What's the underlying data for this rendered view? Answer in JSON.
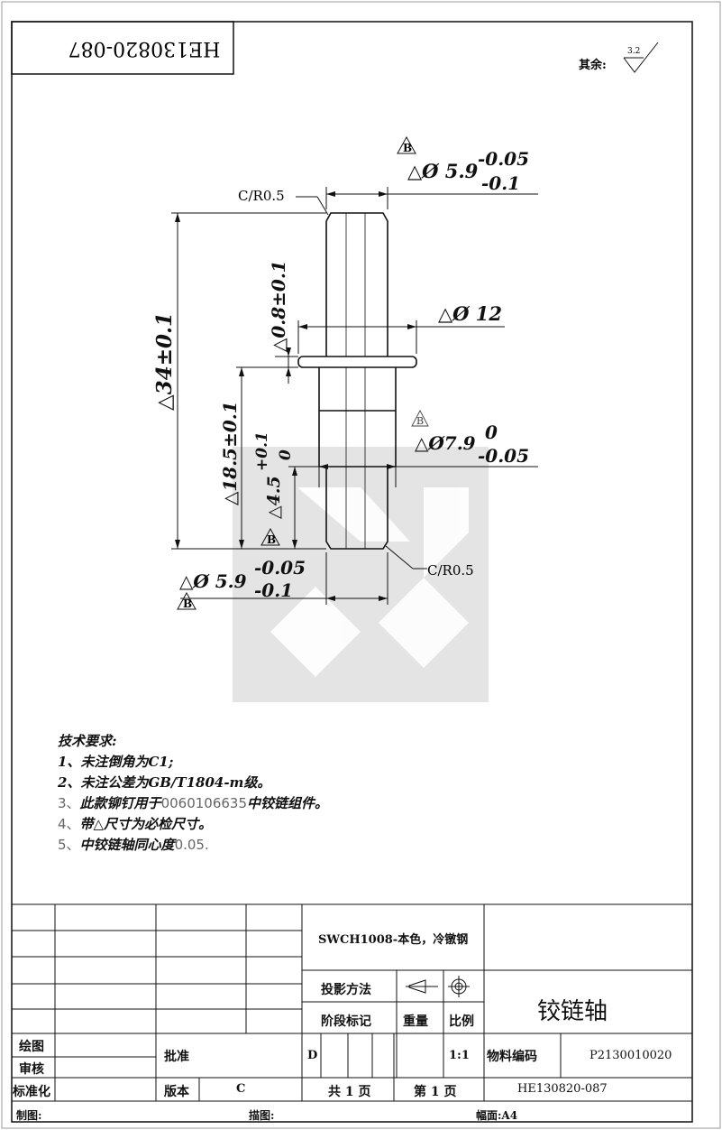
{
  "drawing_number_rotated": "HE130820-087",
  "surface_finish": {
    "label": "其余:",
    "roughness": "3.2"
  },
  "dimensions": {
    "top_dia_datum": "B",
    "top_dia": "△Ø 5.9",
    "top_dia_upper": "-0.05",
    "top_dia_lower": "-0.1",
    "chamfer_top": "C/R0.5",
    "flange_thickness": "△0.8±0.1",
    "flange_dia": "△Ø 12",
    "overall_length": "△34±0.1",
    "mid_dia_datum": "B",
    "mid_dia": "△Ø7.9",
    "mid_dia_upper": "0",
    "mid_dia_lower": "-0.05",
    "lower_length": "△18.5±0.1",
    "end_length": "△4.5",
    "end_length_upper": "+0.1",
    "end_length_lower": "0",
    "end_datum": "B",
    "chamfer_bottom": "C/R0.5",
    "bottom_dia": "△Ø 5.9",
    "bottom_dia_upper": "-0.05",
    "bottom_dia_lower": "-0.1",
    "bottom_dia_datum": "B"
  },
  "notes": {
    "title": "技术要求:",
    "items": [
      {
        "prefix": "1、",
        "text": "未注倒角为C1;"
      },
      {
        "prefix": "2、",
        "text": "未注公差为GB/T1804-m级。"
      },
      {
        "prefix": "3、",
        "text_a": "此款铆钉用于",
        "code": "0060106635",
        "text_b": "中铰链组件。"
      },
      {
        "prefix": "4、",
        "text": "带△尺寸为必检尺寸。"
      },
      {
        "prefix": "5、",
        "text_a": "中铰链轴同心度",
        "code": "0.05."
      }
    ]
  },
  "title_block": {
    "material": "SWCH1008-本色，冷镦钢",
    "projection_label": "投影方法",
    "stage_mark_label": "阶段标记",
    "weight_label": "重量",
    "scale_label": "比例",
    "part_name": "铰链轴",
    "stage_value": "D",
    "scale_value": "1:1",
    "material_code_label": "物料编码",
    "material_code": "P2130010020",
    "drawn_label": "绘图",
    "checked_label": "审核",
    "standardized_label": "标准化",
    "approved_label": "批准",
    "version_label": "版本",
    "version_value": "C",
    "total_pages": "共 1 页",
    "page_no": "第 1 页",
    "drawing_number": "HE130820-087",
    "maker_label": "制图:",
    "tracer_label": "描图:",
    "format_label": "幅面:A4"
  }
}
